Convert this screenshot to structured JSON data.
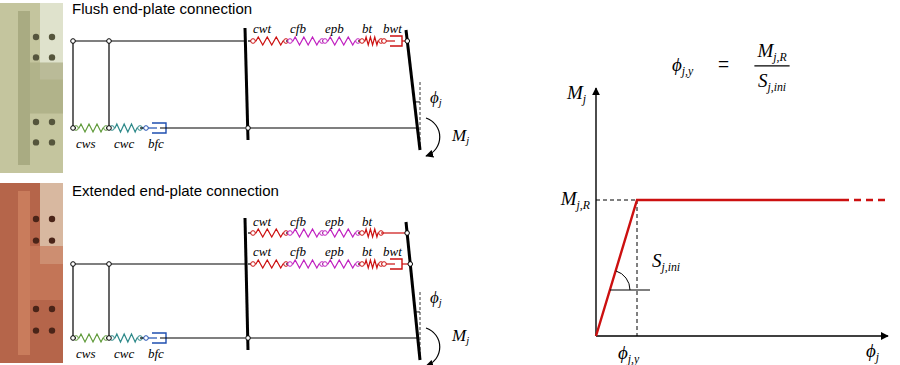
{
  "diagram": {
    "labels": [
      "Flush end-plate connection",
      "cwt",
      "cfb",
      "epb",
      "bt",
      "bwt",
      "ϕj",
      "Mj",
      "cws",
      "cwc",
      "bfc",
      "Extended end-plate connection",
      "cwt",
      "cfb",
      "epb",
      "bt",
      "cwt",
      "cfb",
      "epb",
      "bt",
      "bwt",
      "ϕj",
      "Mj",
      "cws",
      "cwc",
      "bfc",
      "ϕj,y",
      "=",
      "Mj,R",
      "Sj,ini",
      "Mj",
      "Mj,R",
      "Sj,ini",
      "ϕj,y",
      "ϕj"
    ]
  }
}
